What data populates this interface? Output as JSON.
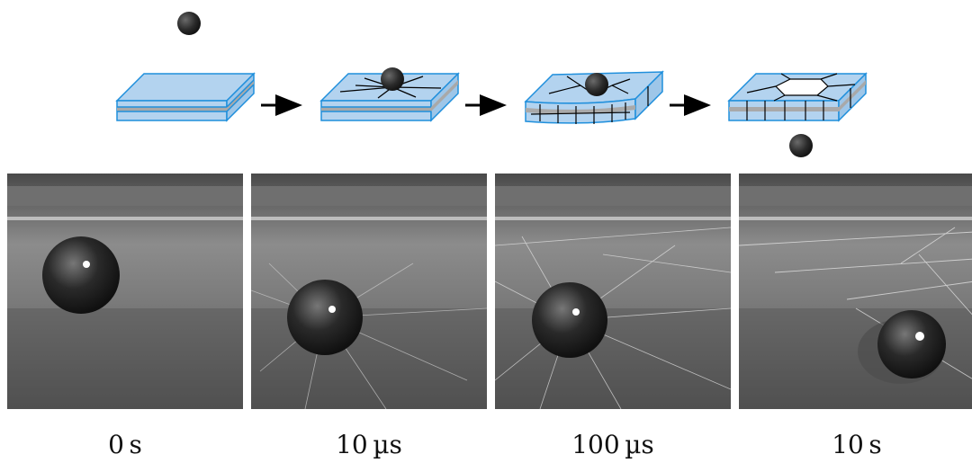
{
  "stages": [
    {
      "label": "0 s"
    },
    {
      "label": "10 µs"
    },
    {
      "label": "100 µs"
    },
    {
      "label": "10 s"
    }
  ],
  "colors": {
    "glass_top": "#b3d3ef",
    "glass_edge": "#1f8fdc",
    "interlayer": "#a9a9a9",
    "ball": "#2b2b2b",
    "arrow": "#000000"
  },
  "icons": [
    "steel-ball-icon",
    "laminated-glass-plate-icon",
    "right-arrow-icon"
  ]
}
